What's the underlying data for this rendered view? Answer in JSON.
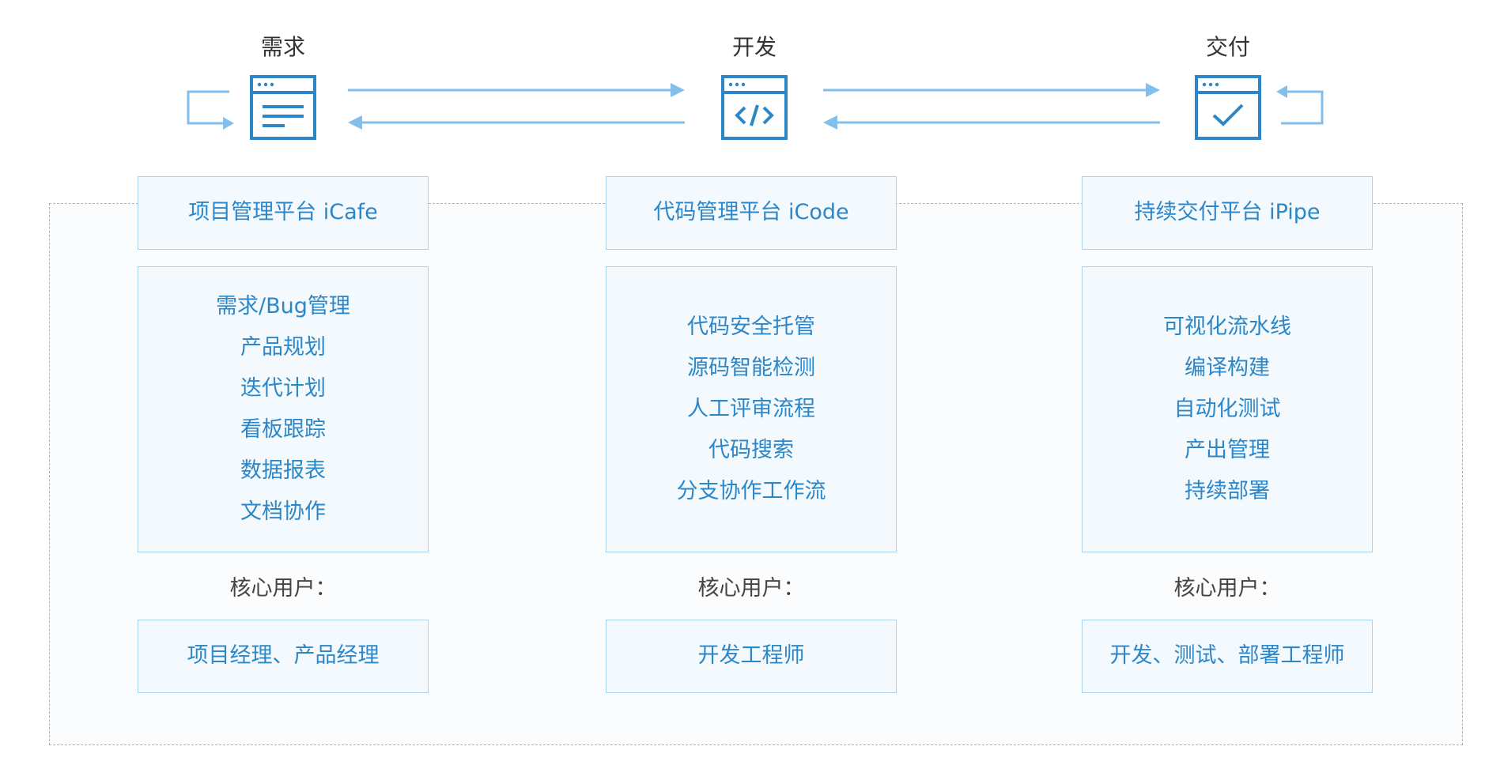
{
  "stages": [
    {
      "title": "需求",
      "icon": "document-lines-icon"
    },
    {
      "title": "开发",
      "icon": "code-brackets-icon"
    },
    {
      "title": "交付",
      "icon": "checkmark-icon"
    }
  ],
  "columns": [
    {
      "platform": "项目管理平台 iCafe",
      "features": [
        "需求/Bug管理",
        "产品规划",
        "迭代计划",
        "看板跟踪",
        "数据报表",
        "文档协作"
      ],
      "user_label": "核心用户：",
      "users": "项目经理、产品经理"
    },
    {
      "platform": "代码管理平台 iCode",
      "features": [
        "代码安全托管",
        "源码智能检测",
        "人工评审流程",
        "代码搜索",
        "分支协作工作流"
      ],
      "user_label": "核心用户：",
      "users": "开发工程师"
    },
    {
      "platform": "持续交付平台 iPipe",
      "features": [
        "可视化流水线",
        "编译构建",
        "自动化测试",
        "产出管理",
        "持续部署"
      ],
      "user_label": "核心用户：",
      "users": "开发、测试、部署工程师"
    }
  ],
  "colors": {
    "accent": "#2c87c8",
    "arrow": "#82bfea",
    "box_border": "#a9d3ee",
    "box_fill": "#f3f9fd",
    "dashed_border": "#b3b3b3"
  }
}
